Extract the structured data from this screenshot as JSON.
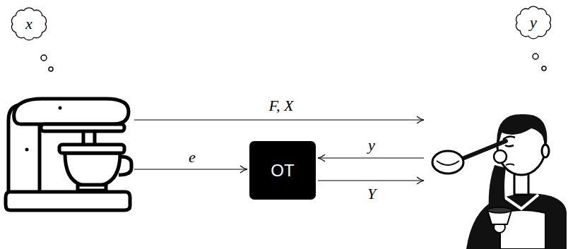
{
  "diagram": {
    "nodes": [
      {
        "text": [
          "x"
        ]
      },
      {
        "text": [
          "y"
        ]
      },
      {
        "text": []
      },
      {
        "text": [
          "OT"
        ]
      },
      {
        "text": []
      }
    ],
    "edges": [
      {
        "from": 2,
        "to": 4,
        "label": "F, X",
        "arrow": "to"
      },
      {
        "from": 2,
        "to": 3,
        "label": "e",
        "arrow": "to"
      },
      {
        "from": 4,
        "to": 3,
        "label": "y",
        "arrow": "to"
      },
      {
        "from": 3,
        "to": 4,
        "label": "Y",
        "arrow": "to"
      }
    ]
  }
}
